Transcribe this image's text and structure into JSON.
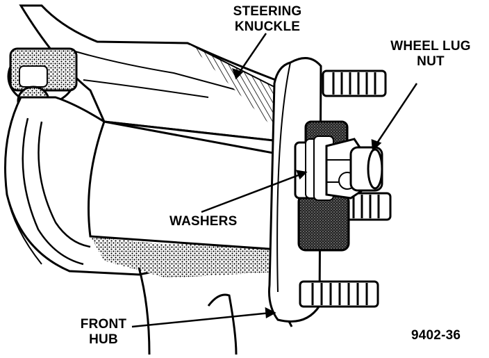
{
  "labels": {
    "steering_knuckle": [
      "STEERING",
      "KNUCKLE"
    ],
    "wheel_lug_nut": [
      "WHEEL LUG",
      "NUT"
    ],
    "washers": "WASHERS",
    "front_hub": [
      "FRONT",
      "HUB"
    ],
    "figure_id": "9402-36"
  }
}
